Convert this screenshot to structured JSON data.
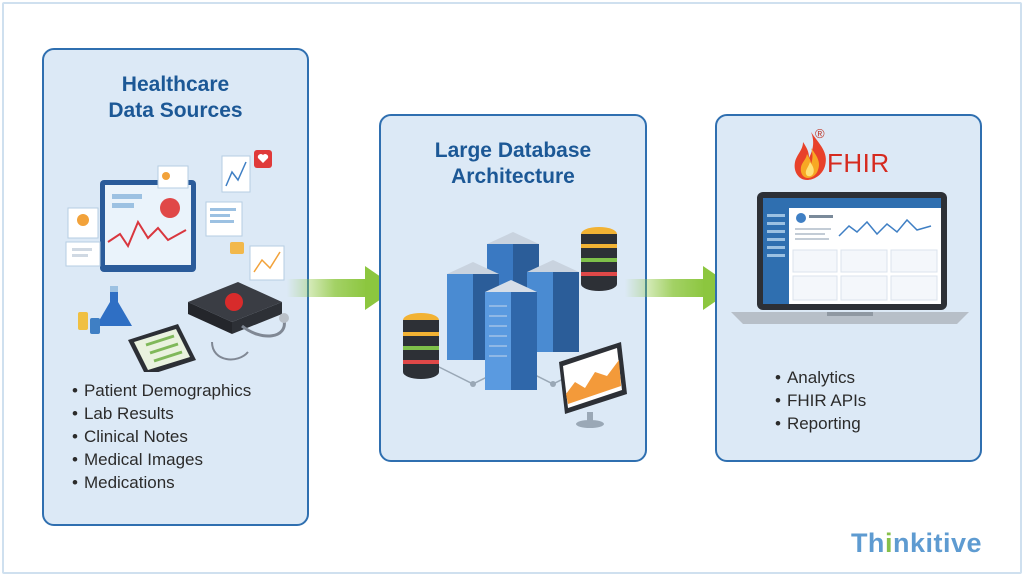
{
  "panels": {
    "sources": {
      "title_line1": "Healthcare",
      "title_line2": "Data Sources",
      "items": [
        "Patient Demographics",
        "Lab Results",
        "Clinical Notes",
        "Medical Images",
        "Medications"
      ]
    },
    "database": {
      "title_line1": "Large Database",
      "title_line2": "Architecture"
    },
    "fhir": {
      "logo_text": "FHIR",
      "registered": "®",
      "items": [
        "Analytics",
        "FHIR APIs",
        "Reporting"
      ]
    }
  },
  "brand": {
    "prefix": "Th",
    "highlight": "i",
    "suffix": "nkitive"
  },
  "colors": {
    "panel_border": "#2f6fb0",
    "panel_fill": "#dce9f6",
    "title": "#1c5896",
    "arrow": "#8cc63f",
    "fhir_red": "#d62a1f"
  }
}
